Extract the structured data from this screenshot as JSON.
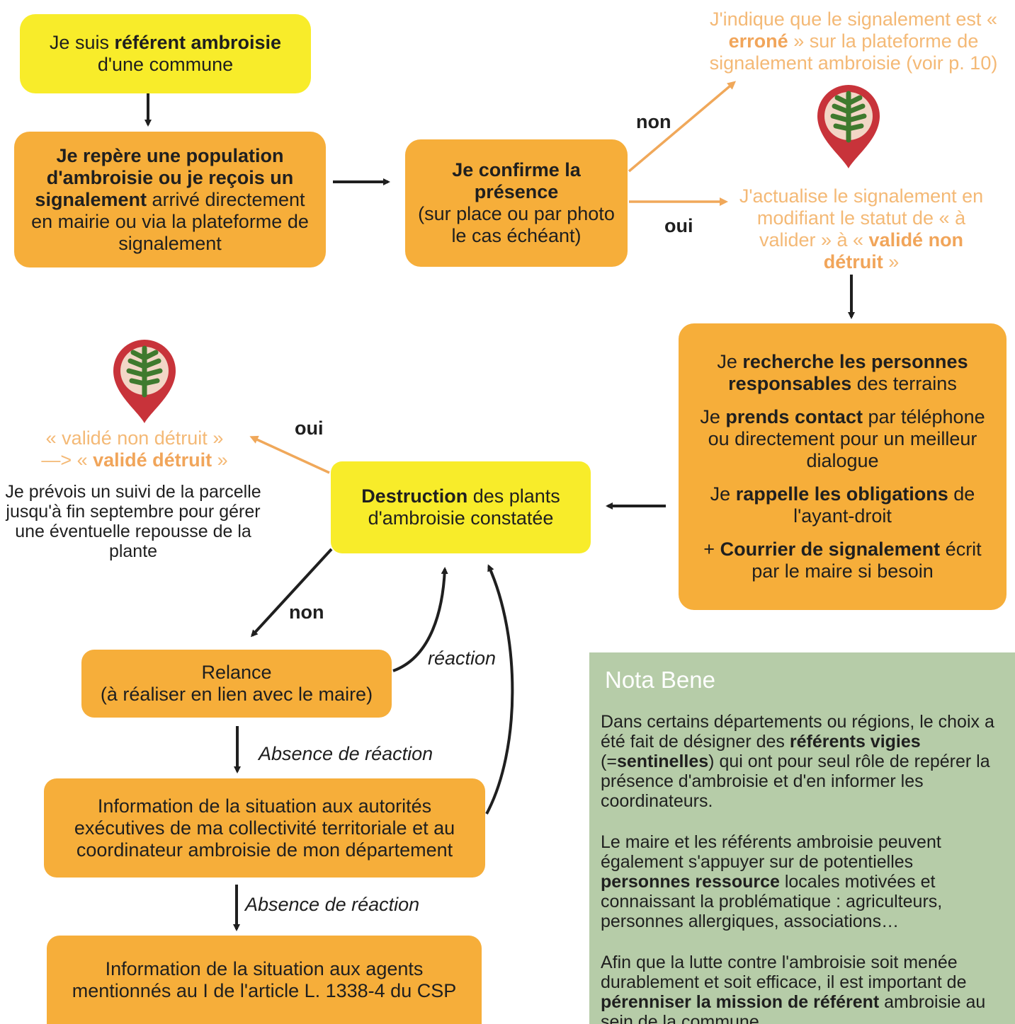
{
  "boxes": {
    "referent": {
      "pre": "Je suis ",
      "bold": "référent ambroisie",
      "post": "d'une commune"
    },
    "repere": {
      "bold1": "Je repère une population d'ambroisie ou je reçois un signalement",
      "rest": " arrivé directement en mairie ou via la plateforme de signalement"
    },
    "confirme": {
      "bold": "Je confirme la présence",
      "rest": "(sur place ou par photo le cas échéant)"
    },
    "recherche": {
      "p1_pre": "Je ",
      "p1_bold": "recherche les personnes responsables",
      "p1_post": " des terrains",
      "p2_pre": "Je ",
      "p2_bold": "prends contact",
      "p2_post": " par téléphone ou directement pour un meilleur dialogue",
      "p3_pre": "Je ",
      "p3_bold": "rappelle les obligations",
      "p3_post": " de l'ayant-droit",
      "p4_pre": "+ ",
      "p4_bold": "Courrier de signalement",
      "p4_post": " écrit par le maire si besoin"
    },
    "destruction": {
      "bold": "Destruction",
      "rest": " des plants d'ambroisie constatée"
    },
    "relance": {
      "line1": "Relance",
      "line2": "(à réaliser en lien avec le maire)"
    },
    "info_autorites": "Information de la situation aux autorités exécutives de ma collectivité territoriale et au coordinateur ambroisie de mon département",
    "info_agents": "Information de la situation aux agents mentionnés au I de l'article L. 1338-4 du CSP"
  },
  "soft_texts": {
    "erroné": {
      "pre": "J'indique que le signalement est « ",
      "bold": "erroné",
      "post": " » sur la plateforme de signalement ambroisie (voir p. 10)"
    },
    "actualise": {
      "pre": "J'actualise le signalement en modifiant le statut de « à valider » à « ",
      "bold": "validé non détruit",
      "post": " »"
    },
    "valide": {
      "line1": "« validé non détruit »",
      "arrow": "—> « ",
      "bold": "validé détruit",
      "end": " »"
    }
  },
  "suivi_text": "Je prévois un suivi de la parcelle jusqu'à fin septembre pour gérer une éventuelle repousse de la plante",
  "labels": {
    "non_top": "non",
    "oui_right": "oui",
    "oui_left": "oui",
    "non_bottom": "non",
    "reaction": "réaction",
    "absence1": "Absence de réaction",
    "absence2": "Absence de réaction"
  },
  "nota": {
    "title": "Nota Bene",
    "p1_pre": "Dans certains départements ou régions, le choix a été fait de désigner des ",
    "p1_b1": "référents vigies",
    "p1_mid": " (=",
    "p1_b2": "sentinelles",
    "p1_post": ") qui ont pour seul rôle de repérer la présence d'ambroisie et d'en informer les coordinateurs.",
    "p2_pre": "Le maire et les référents ambroisie peuvent également s'appuyer sur de potentielles ",
    "p2_bold": "personnes ressource",
    "p2_post": " locales motivées et connaissant la problématique : agriculteurs, personnes allergiques, associations…",
    "p3_pre": "Afin que la lutte contre l'ambroisie soit menée durablement et soit efficace, il est important de ",
    "p3_bold": "pérenniser la mission de référent",
    "p3_post": " ambroisie au sein de la commune."
  },
  "colors": {
    "orange": "#f6ae3a",
    "yellow": "#f8ec2a",
    "soft_orange": "#f4b976",
    "nota_bg": "#b6cca8",
    "pin_red": "#c8333a",
    "leaf_green": "#3f7a2e"
  }
}
